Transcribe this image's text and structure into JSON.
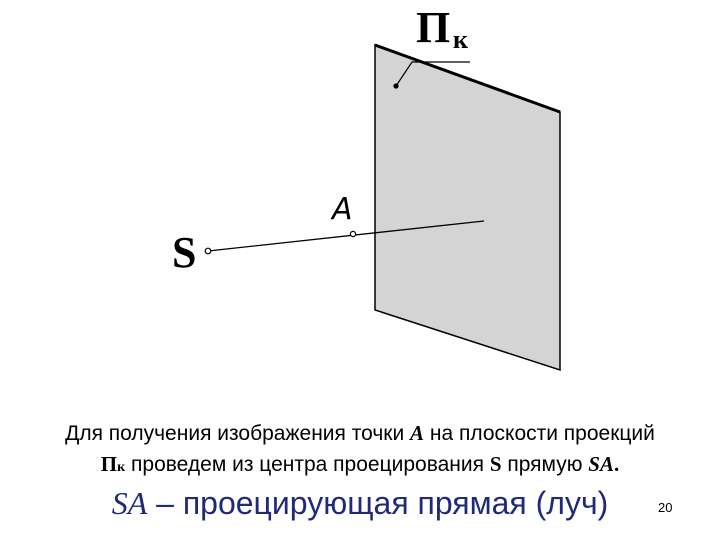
{
  "diagram": {
    "plane_label_main": "П",
    "plane_label_sub": "к",
    "point_a_label": "A",
    "center_label": "S",
    "plane_color": "#d4d4d4",
    "line_color": "#000000"
  },
  "caption": {
    "line1_part1": "Для получения изображения точки ",
    "line1_point": "A",
    "line1_part2": " на плоскости проекций",
    "line2_plane_main": "П",
    "line2_plane_sub": "к",
    "line2_part1": " проведем из центра проецирования ",
    "line2_center": "S",
    "line2_part2": " прямую ",
    "line2_line": "SA",
    "line2_end": "."
  },
  "conclusion": {
    "sa": "SA",
    "text": " – проецирующая прямая (луч)",
    "color": "#1f2a7a"
  },
  "page_number": "20"
}
